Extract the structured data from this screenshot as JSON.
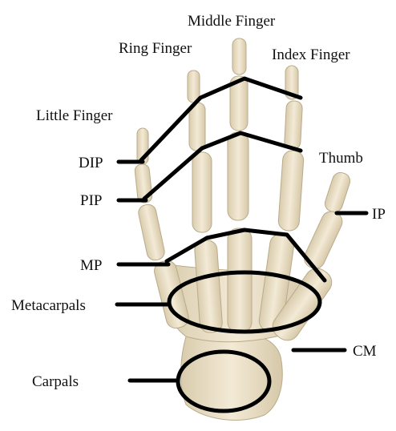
{
  "diagram": {
    "labels": {
      "middle_finger": "Middle Finger",
      "ring_finger": "Ring Finger",
      "index_finger": "Index Finger",
      "little_finger": "Little Finger",
      "thumb": "Thumb",
      "dip": "DIP",
      "pip": "PIP",
      "ip": "IP",
      "mp": "MP",
      "metacarpals": "Metacarpals",
      "cm": "CM",
      "carpals": "Carpals"
    },
    "colors": {
      "bone_fill": "#efe5cf",
      "bone_shadow": "#d9ccad",
      "line": "#000000",
      "background": "#ffffff"
    }
  }
}
